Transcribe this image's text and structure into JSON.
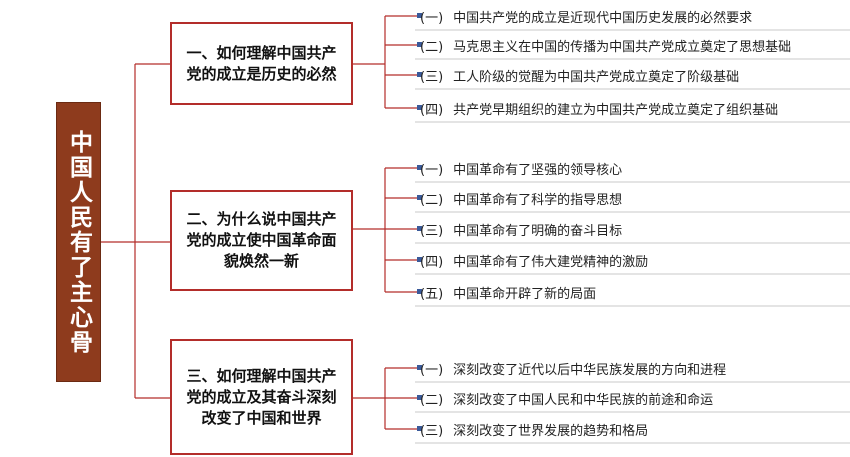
{
  "root": {
    "title": "中国人民有了主心骨"
  },
  "sections": [
    {
      "title": "一、如何理解中国共产党的成立是历史的必然",
      "items": [
        {
          "num": "(一)",
          "text": "中国共产党的成立是近现代中国历史发展的必然要求"
        },
        {
          "num": "(二)",
          "text": "马克思主义在中国的传播为中国共产党成立奠定了思想基础"
        },
        {
          "num": "(三)",
          "text": "工人阶级的觉醒为中国共产党成立奠定了阶级基础"
        },
        {
          "num": "(四)",
          "text": "共产党早期组织的建立为中国共产党成立奠定了组织基础"
        }
      ]
    },
    {
      "title": "二、为什么说中国共产党的成立使中国革命面貌焕然一新",
      "items": [
        {
          "num": "(一)",
          "text": "中国革命有了坚强的领导核心"
        },
        {
          "num": "(二)",
          "text": "中国革命有了科学的指导思想"
        },
        {
          "num": "(三)",
          "text": "中国革命有了明确的奋斗目标"
        },
        {
          "num": "(四)",
          "text": "中国革命有了伟大建党精神的激励"
        },
        {
          "num": "(五)",
          "text": "中国革命开辟了新的局面"
        }
      ]
    },
    {
      "title": "三、如何理解中国共产党的成立及其奋斗深刻改变了中国和世界",
      "items": [
        {
          "num": "(一)",
          "text": "深刻改变了近代以后中华民族发展的方向和进程"
        },
        {
          "num": "(二)",
          "text": "深刻改变了中国人民和中华民族的前途和命运"
        },
        {
          "num": "(三)",
          "text": "深刻改变了世界发展的趋势和格局"
        }
      ]
    }
  ],
  "colors": {
    "root_fill": "#8e3b1d",
    "box_border": "#b32d2a",
    "connector": "#b32d2a"
  }
}
